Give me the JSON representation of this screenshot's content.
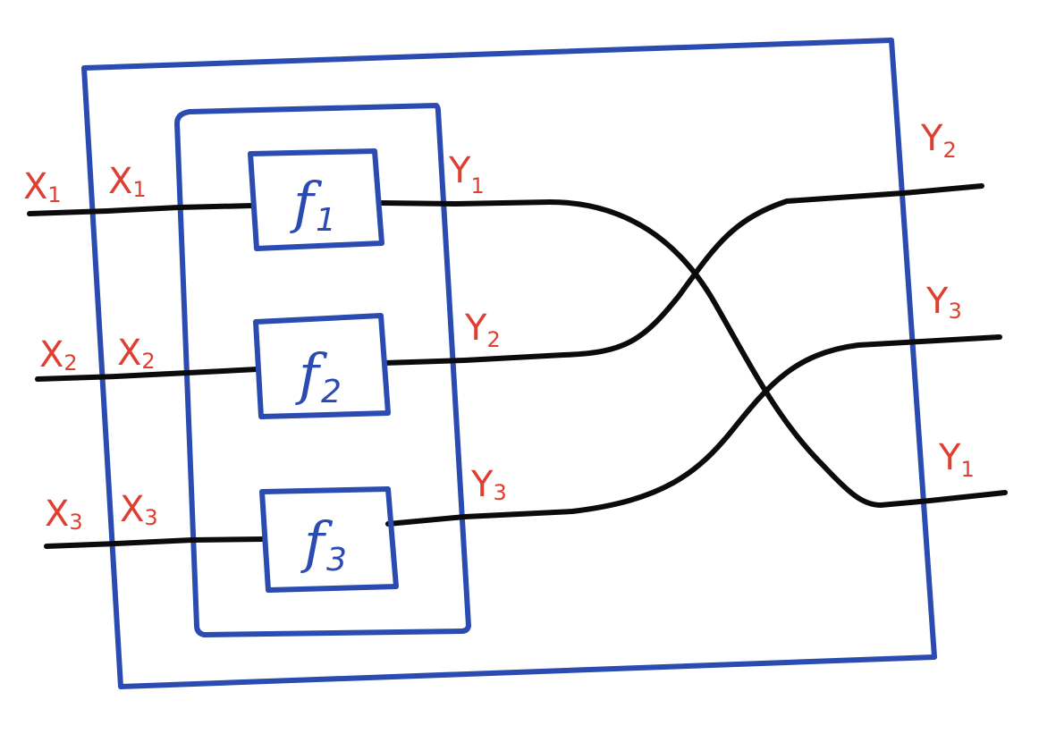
{
  "colors": {
    "box_stroke": "#2b4bb0",
    "wire_stroke": "#0b0b0b",
    "label_color": "#de3f30",
    "function_color": "#2b4bb0",
    "background": "#ffffff"
  },
  "functions": [
    {
      "name": "f",
      "sub": "1"
    },
    {
      "name": "f",
      "sub": "2"
    },
    {
      "name": "f",
      "sub": "3"
    }
  ],
  "outer_inputs": [
    {
      "name": "X",
      "sub": "1"
    },
    {
      "name": "X",
      "sub": "2"
    },
    {
      "name": "X",
      "sub": "3"
    }
  ],
  "inner_inputs": [
    {
      "name": "X",
      "sub": "1"
    },
    {
      "name": "X",
      "sub": "2"
    },
    {
      "name": "X",
      "sub": "3"
    }
  ],
  "inner_outputs": [
    {
      "name": "Y",
      "sub": "1"
    },
    {
      "name": "Y",
      "sub": "2"
    },
    {
      "name": "Y",
      "sub": "3"
    }
  ],
  "outer_outputs": [
    {
      "name": "Y",
      "sub": "2"
    },
    {
      "name": "Y",
      "sub": "3"
    },
    {
      "name": "Y",
      "sub": "1"
    }
  ]
}
